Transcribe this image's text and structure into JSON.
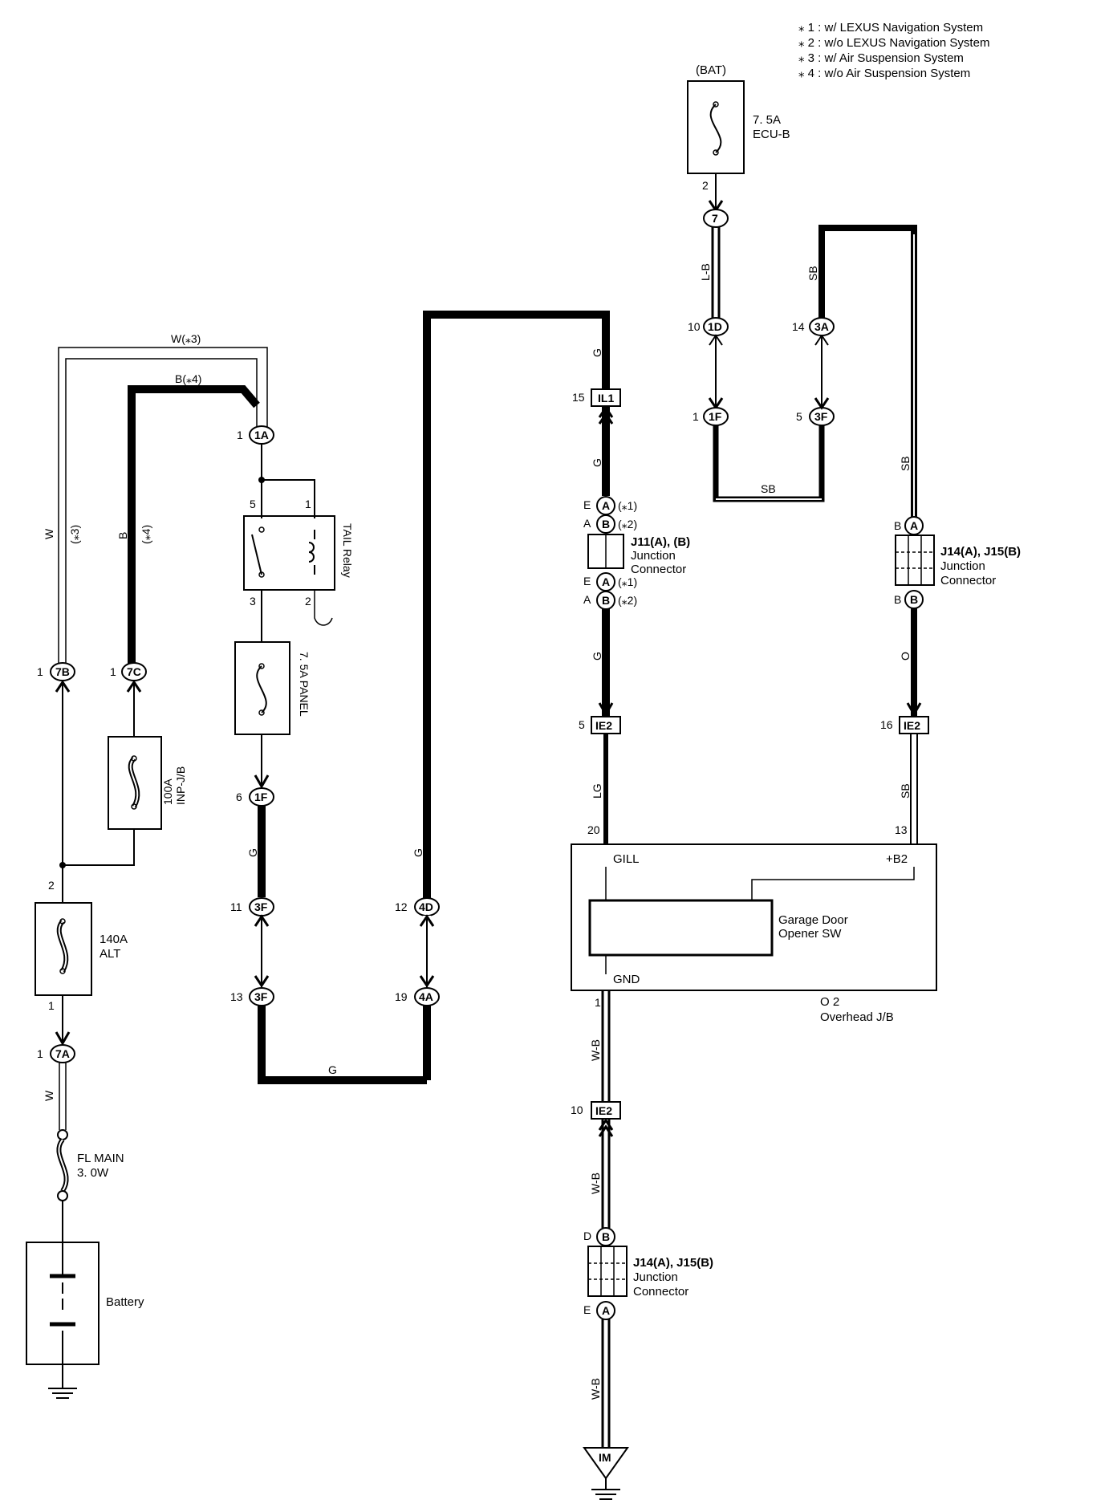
{
  "legend": [
    "⁎ 1 : w/ LEXUS Navigation System",
    "⁎ 2 : w/o LEXUS Navigation System",
    "⁎ 3 : w/ Air Suspension System",
    "⁎ 4 : w/o Air Suspension System"
  ],
  "components": {
    "bat": "(BAT)",
    "ecu_fuse_1": "7. 5A",
    "ecu_fuse_2": "ECU-B",
    "inp_fuse_1": "100A",
    "inp_fuse_2": "INP-J/B",
    "alt_fuse_1": "140A",
    "alt_fuse_2": "ALT",
    "fl_main_1": "FL MAIN",
    "fl_main_2": "3. 0W",
    "battery": "Battery",
    "tail_relay": "TAIL Relay",
    "panel_fuse": "7. 5A PANEL",
    "j11_1": "J11(A), (B)",
    "j11_2": "Junction",
    "j11_3": "Connector",
    "j14_top_1": "J14(A), J15(B)",
    "j14_top_2": "Junction",
    "j14_top_3": "Connector",
    "j14_bot_1": "J14(A), J15(B)",
    "j14_bot_2": "Junction",
    "j14_bot_3": "Connector",
    "gdo_1": "Garage Door",
    "gdo_2": "Opener SW",
    "gill": "GILL",
    "b2": "+B2",
    "gnd": "GND",
    "o2": "O 2",
    "overhead": "Overhead J/B",
    "im": "IM"
  },
  "connectors": {
    "c7": "7",
    "c1d": "1D",
    "c1f_top": "1F",
    "c3a": "3A",
    "c3f_top": "3F",
    "il1": "IL1",
    "a1": "A",
    "b1": "B",
    "a2": "A",
    "b2": "B",
    "j14a": "A",
    "j14b": "B",
    "ie2_a": "IE2",
    "ie2_b": "IE2",
    "c1a": "1A",
    "c7b": "7B",
    "c7c": "7C",
    "c1f": "1F",
    "c3f_a": "3F",
    "c4d": "4D",
    "c3f_b": "3F",
    "c4a": "4A",
    "c7a": "7A",
    "ie2_c": "IE2",
    "jb_b": "B",
    "jb_a": "A"
  },
  "pins": {
    "p2_ecu": "2",
    "p10": "10",
    "p14": "14",
    "p1_1f": "1",
    "p5_3f": "5",
    "p15": "15",
    "e1": "E",
    "a1": "A",
    "e2": "E",
    "a2": "A",
    "n1": "(⁎1)",
    "n2": "(⁎2)",
    "n3": "(⁎1)",
    "n4": "(⁎2)",
    "jb_b1": "B",
    "jb_b2": "B",
    "p5_ie2": "5",
    "p16_ie2": "16",
    "p20": "20",
    "p13": "13",
    "p1_1a": "1",
    "p5_relay": "5",
    "p1_relay": "1",
    "p3_relay": "3",
    "p2_relay": "2",
    "p1_7b": "1",
    "p1_7c": "1",
    "p6_1f": "6",
    "p11_3f": "11",
    "p12_4d": "12",
    "p13_3f": "13",
    "p19_4a": "19",
    "p2_alt": "2",
    "p1_alt": "1",
    "p1_7a": "1",
    "p1_gnd": "1",
    "p10_ie2": "10",
    "d_jb": "D",
    "e_jb": "E"
  },
  "wires": {
    "lb": "L-B",
    "sb1": "SB",
    "sb2": "SB",
    "sb3": "SB",
    "sb4": "SB",
    "g1": "G",
    "g2": "G",
    "g3": "G",
    "lg": "LG",
    "o": "O",
    "w3": "W(⁎3)",
    "b4": "B(⁎4)",
    "w_left": "W",
    "n3": "(⁎3)",
    "b_left": "B",
    "n4": "(⁎4)",
    "g_left": "G",
    "g_mid": "G",
    "g_bottom": "G",
    "w_bottom": "W",
    "wb1": "W-B",
    "wb2": "W-B",
    "wb3": "W-B"
  }
}
